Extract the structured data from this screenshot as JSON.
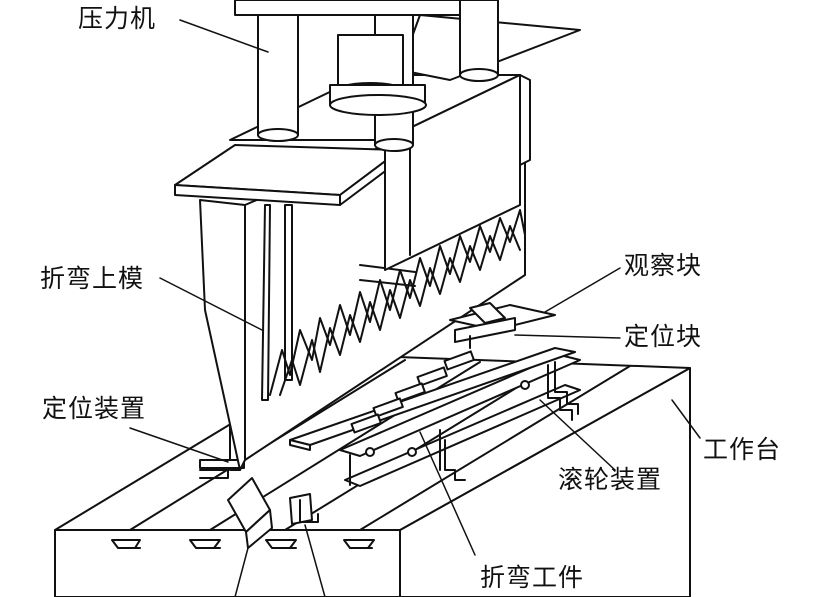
{
  "labels": {
    "press": "压力机",
    "bend_upper_die": "折弯上模",
    "observation_block": "观察块",
    "positioning_block": "定位块",
    "positioning_device": "定位装置",
    "worktable": "工作台",
    "roller_device": "滚轮装置",
    "bent_workpiece": "折弯工件"
  }
}
